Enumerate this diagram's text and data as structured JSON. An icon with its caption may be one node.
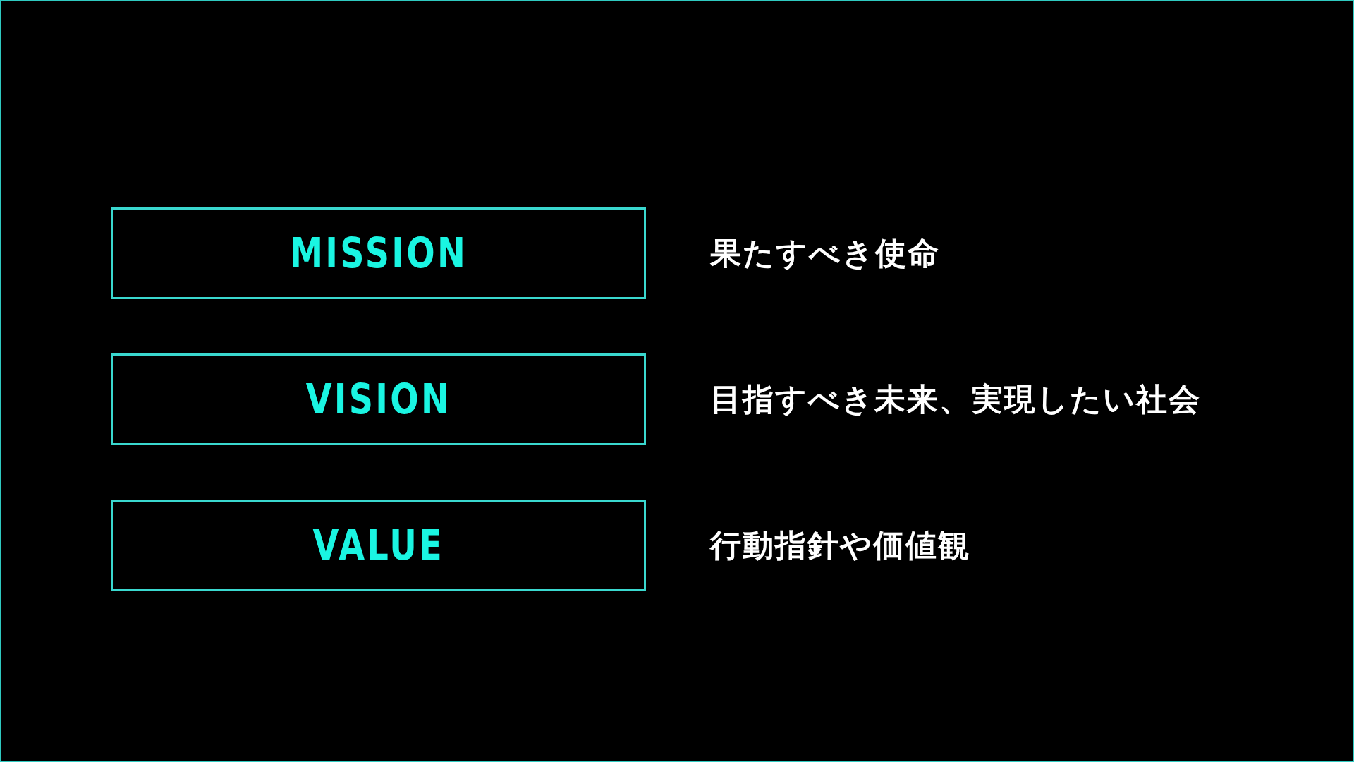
{
  "diagram": {
    "nodes": [
      {
        "text": [
          "MISSION"
        ],
        "beside": [
          "果たすべき使命"
        ]
      },
      {
        "text": [
          "VISION"
        ],
        "beside": [
          "目指すべき未来、実現したい社会"
        ]
      },
      {
        "text": [
          "VALUE"
        ],
        "beside": [
          "行動指針や価値観"
        ]
      }
    ]
  }
}
